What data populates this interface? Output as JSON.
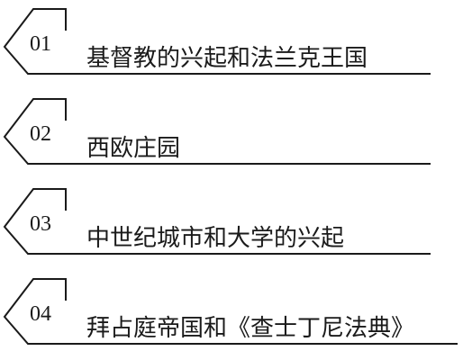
{
  "toc": {
    "items": [
      {
        "number": "01",
        "title": "基督教的兴起和法兰克王国"
      },
      {
        "number": "02",
        "title": "西欧庄园"
      },
      {
        "number": "03",
        "title": "中世纪城市和大学的兴起"
      },
      {
        "number": "04",
        "title": "拜占庭帝国和《查士丁尼法典》"
      }
    ]
  }
}
